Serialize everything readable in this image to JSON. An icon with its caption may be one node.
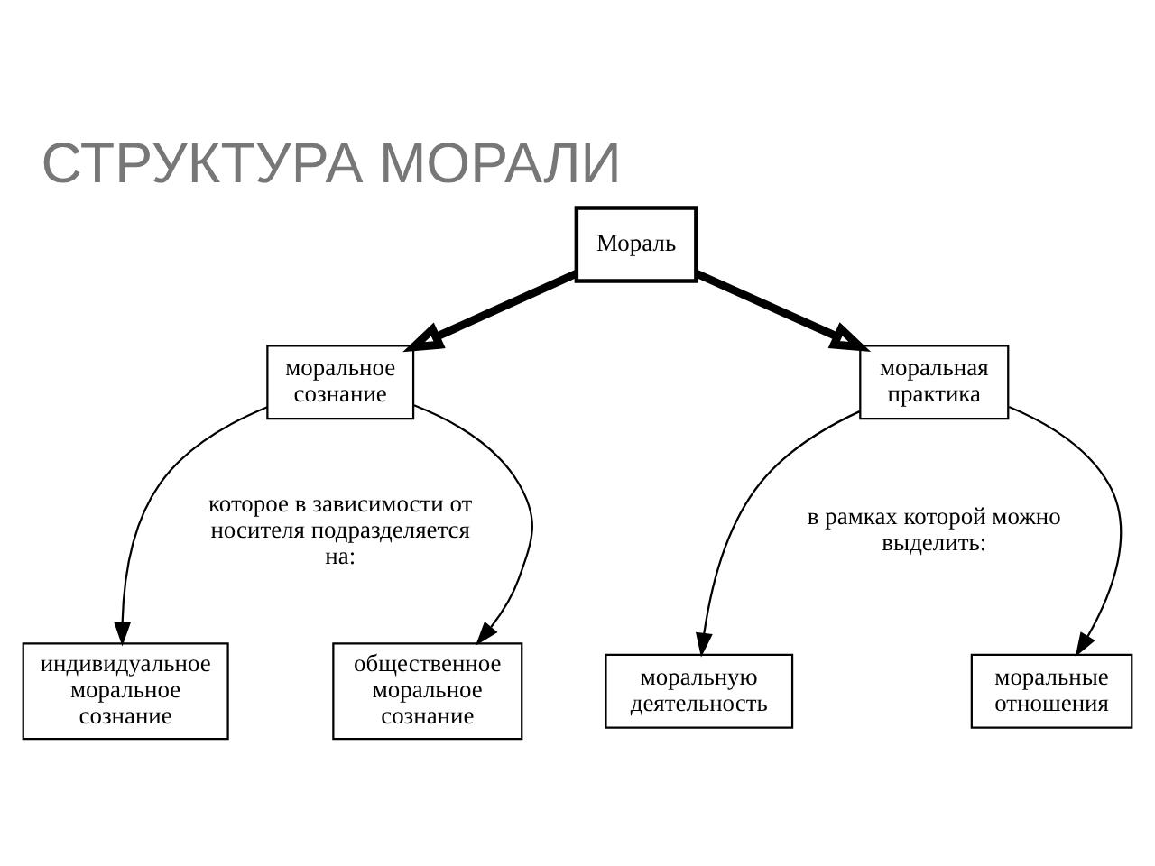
{
  "diagram": {
    "title": "СТРУКТУРА МОРАЛИ",
    "nodes": [
      {
        "text": [
          "Мораль"
        ]
      },
      {
        "text": [
          "моральное сознание"
        ]
      },
      {
        "text": [
          "моральная практика"
        ]
      },
      {
        "text": [
          "индивидуальное моральное сознание"
        ]
      },
      {
        "text": [
          "общественное моральное сознание"
        ]
      },
      {
        "text": [
          "моральную деятельность"
        ]
      },
      {
        "text": [
          "моральные отношения"
        ]
      }
    ],
    "edges": [
      {
        "from": 0,
        "to": 1,
        "arrow": "to",
        "style": "thick"
      },
      {
        "from": 0,
        "to": 2,
        "arrow": "to",
        "style": "thick"
      },
      {
        "from": 1,
        "to": 3,
        "arrow": "to"
      },
      {
        "from": 1,
        "to": 4,
        "arrow": "to"
      },
      {
        "from": 2,
        "to": 5,
        "arrow": "to"
      },
      {
        "from": 2,
        "to": 6,
        "arrow": "to"
      }
    ],
    "labels": [
      "которое в зависимости от носителя подразделяется на:",
      "в рамках которой можно выделить:"
    ]
  }
}
